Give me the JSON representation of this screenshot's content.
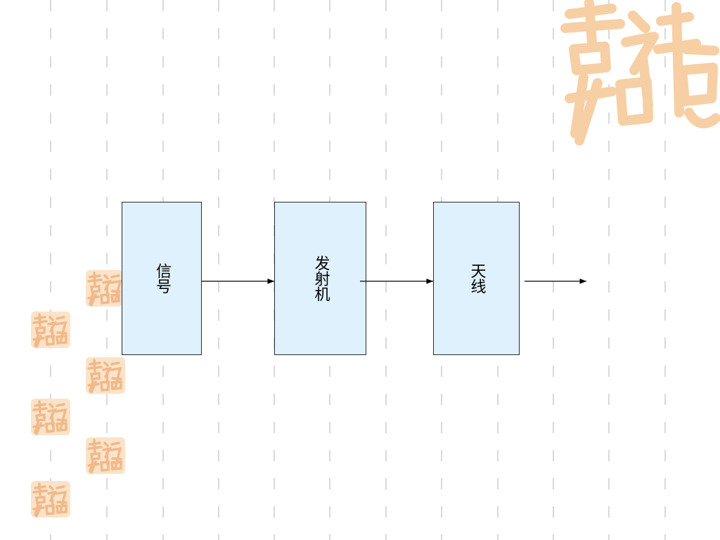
{
  "diagram": {
    "nodes": [
      {
        "id": "signal",
        "label": "信号"
      },
      {
        "id": "transmitter",
        "label": "发射机"
      },
      {
        "id": "antenna",
        "label": "天线"
      }
    ],
    "edges": [
      {
        "from": "signal",
        "to": "transmitter"
      },
      {
        "from": "transmitter",
        "to": "antenna"
      },
      {
        "from": "antenna",
        "to": "output"
      }
    ]
  },
  "decoration": {
    "seal_text": "吉祥如意",
    "seal_color": "#f5c89a",
    "grid_dash_color": "#d9d9d9",
    "block_fill": "#dff1fc"
  }
}
